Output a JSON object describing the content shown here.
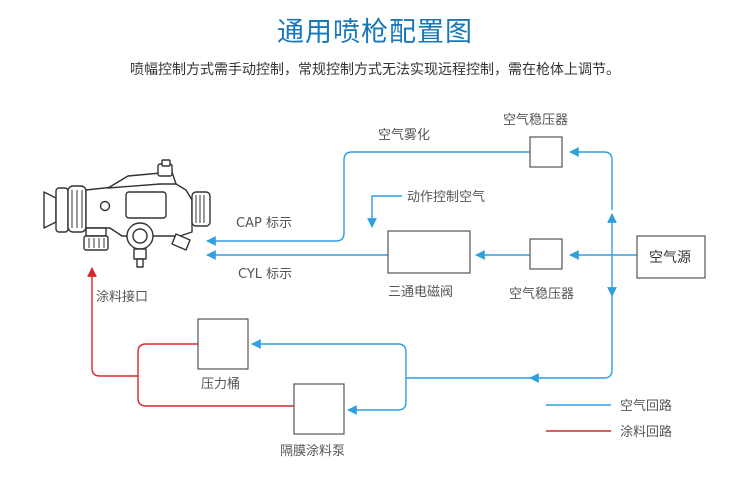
{
  "title": "通用喷枪配置图",
  "subtitle": "喷幅控制方式需手动控制，常规控制方式无法实现远程控制，需在枪体上调节。",
  "labels": {
    "air_atomization": "空气雾化",
    "regulator_top": "空气稳压器",
    "action_control_air": "动作控制空气",
    "cap_label": "CAP 标示",
    "cyl_label": "CYL 标示",
    "solenoid_valve": "三通电磁阀",
    "regulator_bottom": "空气稳压器",
    "air_source": "空气源",
    "paint_inlet": "涂料接口",
    "pressure_tank": "压力桶",
    "diaphragm_pump": "隔膜涂料泵"
  },
  "legend": {
    "air_line": "空气回路",
    "paint_line": "涂料回路"
  },
  "colors": {
    "air": "#2f9fe0",
    "paint": "#d9262c",
    "title": "#1877b8"
  }
}
